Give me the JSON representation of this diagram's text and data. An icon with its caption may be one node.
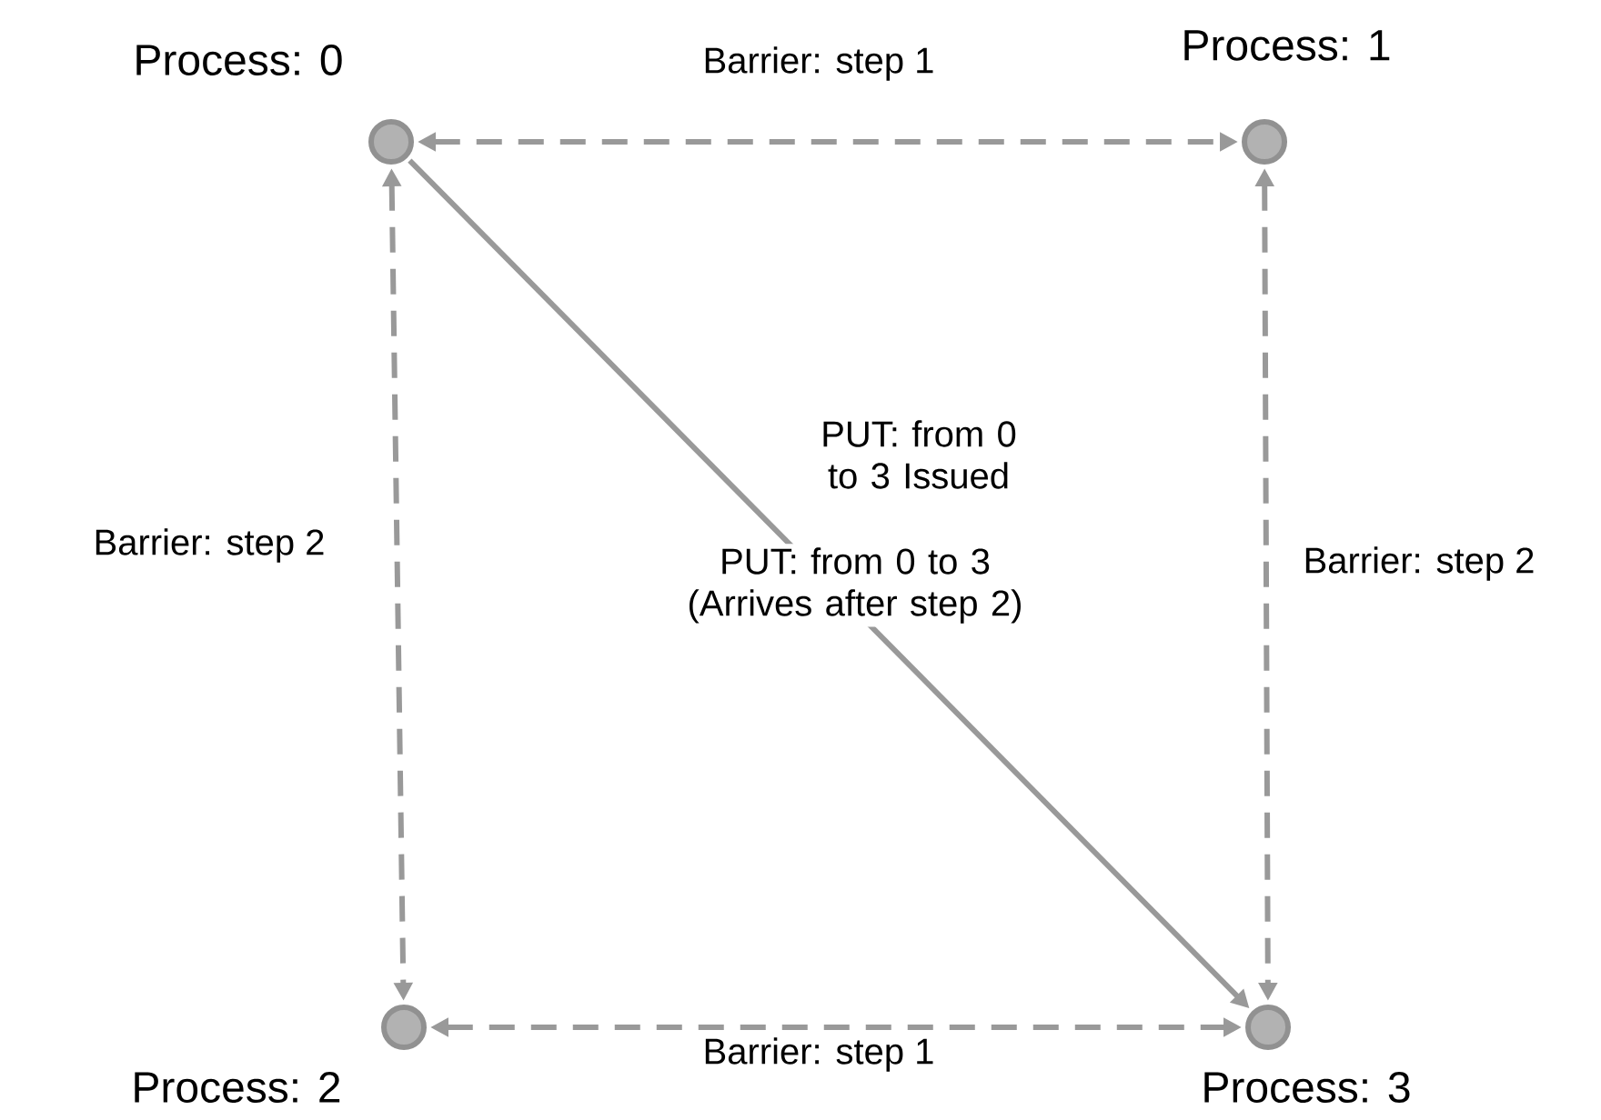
{
  "diagram": {
    "nodes": [
      {
        "text": [],
        "shape": "circle",
        "beside": [
          "Process: 0"
        ]
      },
      {
        "text": [],
        "shape": "circle",
        "beside": [
          "Process: 1"
        ]
      },
      {
        "text": [],
        "shape": "circle",
        "beside": [
          "Process: 2"
        ]
      },
      {
        "text": [],
        "shape": "circle",
        "beside": [
          "Process: 3"
        ]
      }
    ],
    "edges": [
      {
        "from": 0,
        "to": 1,
        "arrow": "both",
        "style": "dashed",
        "label": "Barrier: step 1"
      },
      {
        "from": 0,
        "to": 2,
        "arrow": "both",
        "style": "dashed",
        "label": "Barrier: step 2"
      },
      {
        "from": 1,
        "to": 3,
        "arrow": "both",
        "style": "dashed",
        "label": "Barrier: step 2"
      },
      {
        "from": 2,
        "to": 3,
        "arrow": "both",
        "style": "dashed",
        "label": "Barrier: step 1"
      },
      {
        "from": 0,
        "to": 3,
        "arrow": "to",
        "label": "PUT: from 0 to 3 Issued"
      }
    ],
    "labels": [
      "PUT: from 0 to 3 (Arrives after step 2)"
    ]
  }
}
